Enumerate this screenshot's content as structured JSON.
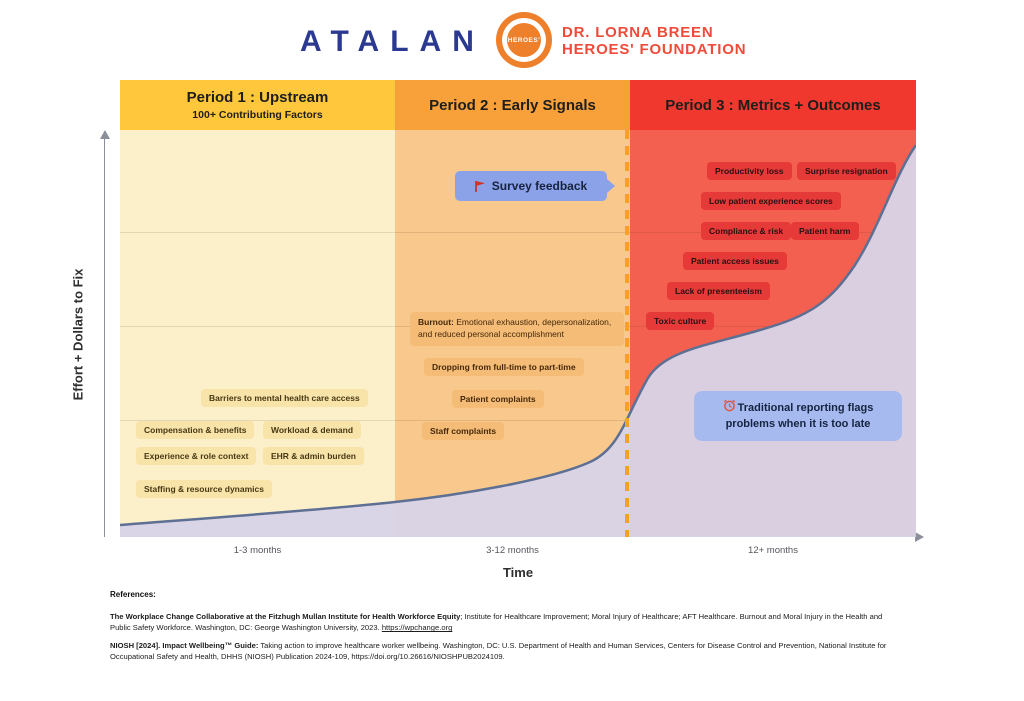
{
  "header": {
    "brand": "ATALAN",
    "badge_text": "HEROES'",
    "foundation_line1": "DR. LORNA BREEN",
    "foundation_line2": "HEROES' FOUNDATION"
  },
  "periods": [
    {
      "title": "Period 1 : Upstream",
      "subtitle": "100+ Contributing Factors",
      "time_label": "1-3 months"
    },
    {
      "title": "Period 2 : Early Signals",
      "time_label": "3-12 months"
    },
    {
      "title": "Period 3 : Metrics + Outcomes",
      "time_label": "12+ months"
    }
  ],
  "axes": {
    "y_label": "Effort + Dollars to Fix",
    "x_label": "Time"
  },
  "callouts": {
    "survey": {
      "label": "Survey feedback"
    },
    "late": {
      "label": "Traditional reporting flags problems when it is too late"
    }
  },
  "period1_tags": [
    "Barriers to mental health care access",
    "Compensation & benefits",
    "Workload & demand",
    "Experience & role context",
    "EHR & admin burden",
    "Staffing & resource dynamics"
  ],
  "period2": {
    "burnout_bold": "Burnout:",
    "burnout_rest": " Emotional exhaustion, depersonalization, and reduced personal accomplishment",
    "tags": [
      "Dropping from full-time to part-time",
      "Patient complaints",
      "Staff complaints"
    ]
  },
  "period3_tags": [
    "Productivity loss",
    "Surprise resignation",
    "Low patient experience scores",
    "Compliance & risk",
    "Patient harm",
    "Patient access issues",
    "Lack of presenteeism",
    "Toxic culture"
  ],
  "references": {
    "heading": "References:",
    "ref1_bold": "The Workplace Change Collaborative at the Fitzhugh Mullan Institute for Health Workforce Equity",
    "ref1_rest": "; Institute for Healthcare Improvement; Moral Injury of Healthcare; AFT Healthcare. Burnout and Moral Injury in the Health and Public Safety Workforce. Washington, DC: George Washington University, 2023. ",
    "ref1_link": "https://wpchange.org",
    "ref2_bold": "NIOSH [2024]. Impact Wellbeing™ Guide:",
    "ref2_rest": " Taking action to improve healthcare worker wellbeing. Washington, DC: U.S. Department of Health and Human Services, Centers for Disease Control and Prevention, National Institute for Occupational Safety and Health, DHHS (NIOSH) Publication 2024-109, https://doi.org/10.26616/NIOSHPUB2024109."
  },
  "colors": {
    "brand_navy": "#2B3A90",
    "heroes_orange": "#EE7F2B",
    "foundation_red": "#EF4B38",
    "period1_band": "#FFC83C",
    "period2_band": "#F8A13B",
    "period3_band": "#F1382F",
    "period1_column": "#FCF0CB",
    "period2_column": "#F8C88C",
    "period3_column": "#F3604F",
    "callout_blue": "#8BA2E9",
    "curve_fill_lavender": "#D8D3E6",
    "curve_stroke": "#5E6F94",
    "dashed_divider_orange": "#F6A11F"
  }
}
